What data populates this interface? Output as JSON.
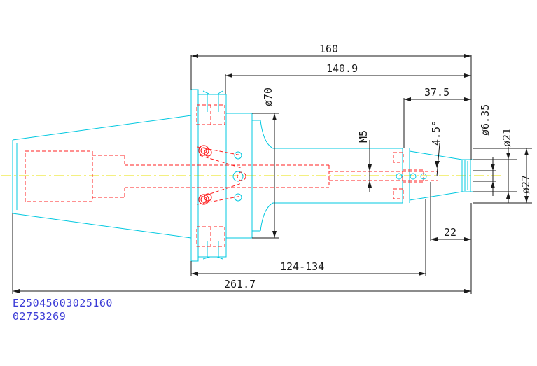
{
  "dimensions": {
    "overall_length": "160",
    "body_length": "140.9",
    "nose_length": "37.5",
    "flange_diameter": "ø70",
    "thread": "M5",
    "taper_angle": "4.5°",
    "bore_diameter": "ø6.35",
    "nose_diameter_small": "ø21",
    "nose_diameter_large": "ø27",
    "nose_short_length": "22",
    "adjust_range": "124-134",
    "total_length": "261.7"
  },
  "codes": {
    "part_number": "E25045603025160",
    "order_number": "02753269"
  },
  "colors": {
    "outline": "#00c8e0",
    "hidden": "#ff2020",
    "dimension": "#1a1a1a",
    "centerline": "#e8e000",
    "code_text": "#3b3bd6"
  }
}
